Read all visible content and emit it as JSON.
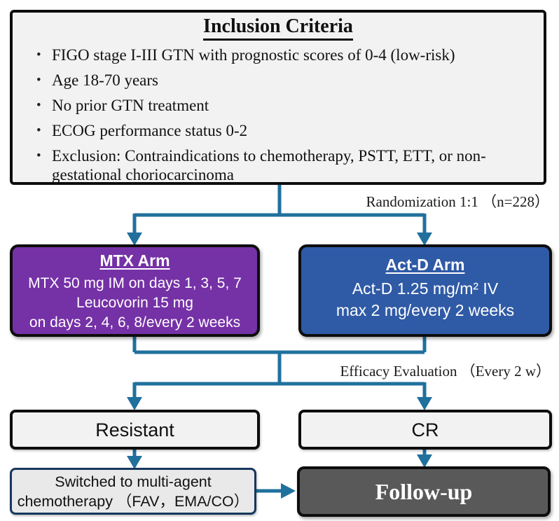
{
  "inclusion": {
    "title": "Inclusion Criteria",
    "bullets": [
      "FIGO stage I-III GTN with prognostic scores of 0-4 (low-risk)",
      "Age 18-70 years",
      "No prior GTN treatment",
      "ECOG performance status 0-2",
      "Exclusion: Contraindications to chemotherapy, PSTT, ETT, or non-gestational choriocarcinoma"
    ]
  },
  "labels": {
    "randomization": "Randomization 1:1 （n=228）",
    "efficacy": "Efficacy Evaluation （Every 2 w）"
  },
  "mtx_arm": {
    "title": "MTX Arm",
    "lines": [
      "MTX 50 mg IM on days 1, 3, 5, 7",
      "Leucovorin 15 mg",
      "on days 2, 4, 6, 8/every 2 weeks"
    ]
  },
  "actd_arm": {
    "title": "Act-D Arm",
    "lines": [
      "Act-D 1.25 mg/m² IV",
      "max 2 mg/every 2 weeks"
    ]
  },
  "outcomes": {
    "resistant": "Resistant",
    "cr": "CR"
  },
  "switched": {
    "lines": [
      "Switched to multi-agent",
      "chemotherapy （FAV，EMA/CO）"
    ]
  },
  "followup": {
    "label": "Follow-up"
  },
  "colors": {
    "arrow": "#20709d",
    "mtx_fill": "#7531a6",
    "actd_fill": "#2f5aa6",
    "followup_fill": "#595959",
    "light_box_fill": "#f2f2f2",
    "switched_border": "#17375e"
  }
}
